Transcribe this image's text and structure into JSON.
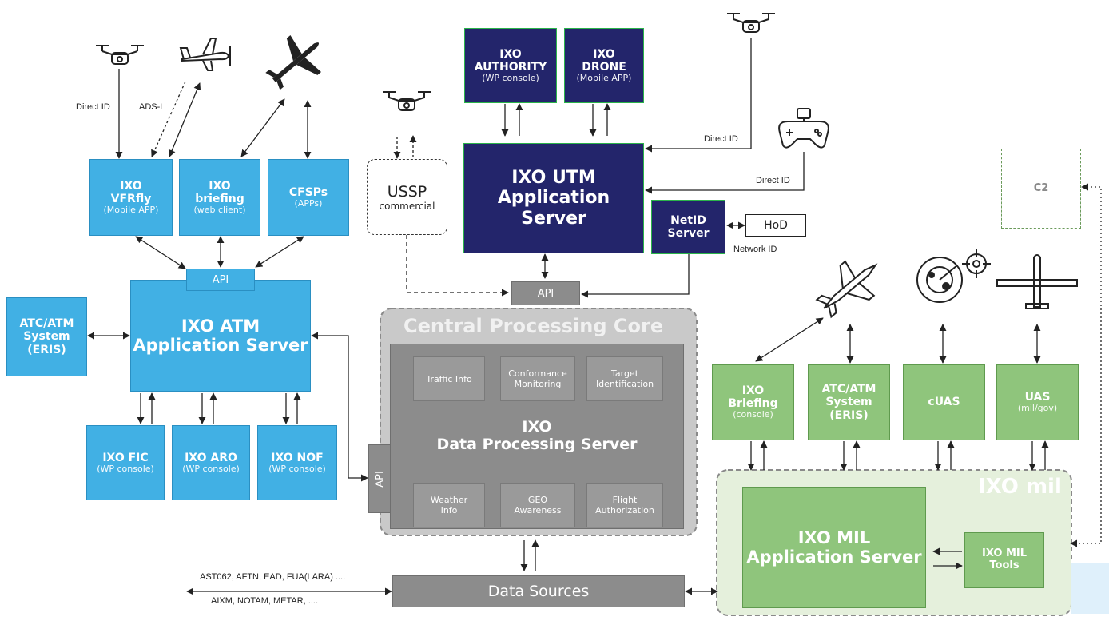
{
  "atm": {
    "vfrfly": {
      "title": "IXO\nVFRfly",
      "sub": "(Mobile APP)"
    },
    "briefing": {
      "title": "IXO\nbriefing",
      "sub": "(web client)"
    },
    "cfsps": {
      "title": "CFSPs",
      "sub": "(APPs)"
    },
    "api": "API",
    "server": "IXO ATM\nApplication Server",
    "atc_system": "ATC/ATM\nSystem\n(ERIS)",
    "fic": {
      "title": "IXO FIC",
      "sub": "(WP console)"
    },
    "aro": {
      "title": "IXO ARO",
      "sub": "(WP console)"
    },
    "nof": {
      "title": "IXO NOF",
      "sub": "(WP console)"
    },
    "labels": {
      "direct_id": "Direct ID",
      "ads_l": "ADS-L"
    }
  },
  "utm": {
    "authority": {
      "title": "IXO\nAUTHORITY",
      "sub": "(WP console)"
    },
    "drone": {
      "title": "IXO\nDRONE",
      "sub": "(Mobile APP)"
    },
    "server": "IXO UTM\nApplication Server",
    "ussp": {
      "title": "USSP",
      "sub": "commercial"
    },
    "netid": "NetID\nServer",
    "hod": "HoD",
    "api": "API",
    "labels": {
      "direct_id_1": "Direct ID",
      "direct_id_2": "Direct ID",
      "network_id": "Network ID"
    }
  },
  "core": {
    "title": "Central Processing Core",
    "server": "IXO\nData Processing Server",
    "api": "API",
    "modules": {
      "traffic": "Traffic Info",
      "conformance": "Conformance\nMonitoring",
      "target": "Target\nIdentification",
      "weather": "Weather\nInfo",
      "geo": "GEO\nAwareness",
      "flight": "Flight\nAuthorization"
    }
  },
  "data_sources": {
    "title": "Data Sources",
    "line1": "AST062, AFTN, EAD, FUA(LARA) ....",
    "line2": "AIXM, NOTAM, METAR, ...."
  },
  "mil": {
    "region_title": "IXO mil",
    "briefing": {
      "title": "IXO\nBriefing",
      "sub": "(console)"
    },
    "atc": "ATC/ATM\nSystem\n(ERIS)",
    "cuas": "cUAS",
    "uas": {
      "title": "UAS",
      "sub": "(mil/gov)"
    },
    "server": "IXO MIL\nApplication Server",
    "tools": "IXO MIL\nTools",
    "c2": "C2"
  },
  "colors": {
    "atm_blue": "#41b0e4",
    "utm_navy": "#23256b",
    "mil_green": "#8fc57c",
    "core_gray": "#8c8c8c"
  }
}
